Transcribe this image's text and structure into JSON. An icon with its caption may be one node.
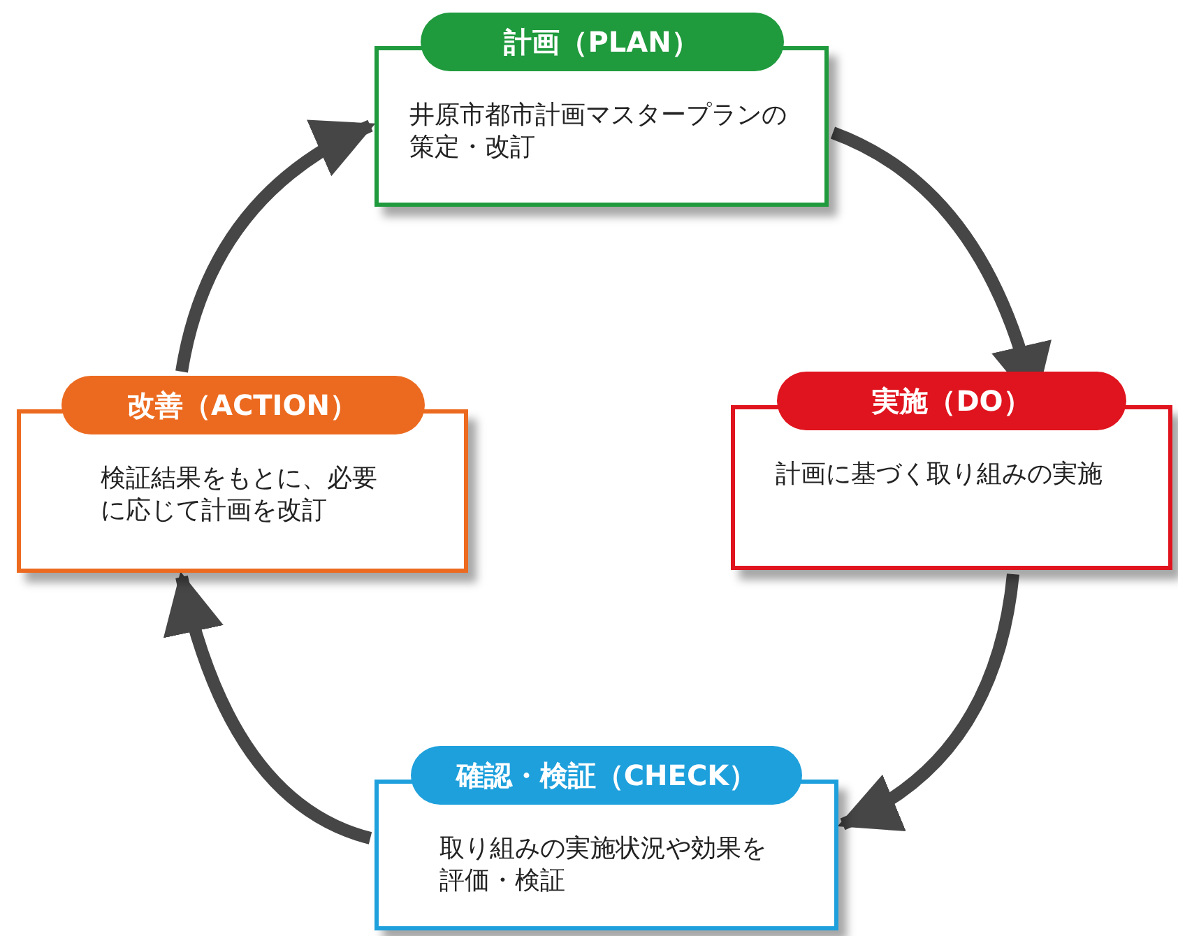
{
  "diagram": {
    "nodes": [
      {
        "text": [
          "計画（PLAN）",
          "井原市都市計画マスタープランの策定・改訂"
        ]
      },
      {
        "text": [
          "実施（DO）",
          "計画に基づく取り組みの実施"
        ]
      },
      {
        "text": [
          "確認・検証（CHECK）",
          "取り組みの実施状況や効果を評価・検証"
        ]
      },
      {
        "text": [
          "改善（ACTION）",
          "検証結果をもとに、必要に応じて計画を改訂"
        ]
      }
    ],
    "edges": [
      {
        "from": 0,
        "to": 1,
        "arrow": "to"
      },
      {
        "from": 1,
        "to": 2,
        "arrow": "to"
      },
      {
        "from": 2,
        "to": 3,
        "arrow": "to"
      },
      {
        "from": 3,
        "to": 0,
        "arrow": "to"
      }
    ]
  }
}
